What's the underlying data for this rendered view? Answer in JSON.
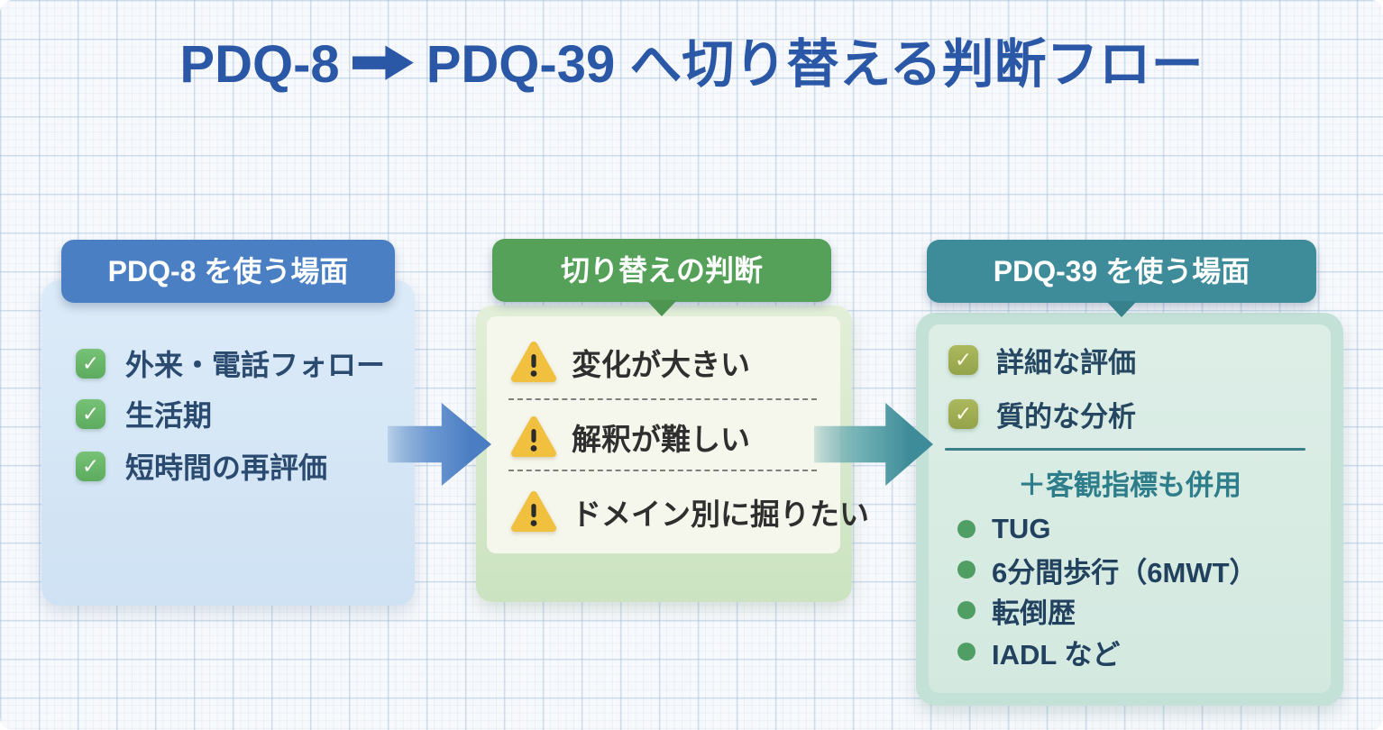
{
  "title": {
    "left": "PDQ-8",
    "arrow": "→",
    "right": "PDQ-39 へ切り替える判断フロー"
  },
  "panels": {
    "pdq8": {
      "header": "PDQ-8 を使う場面",
      "items": [
        "外来・電話フォロー",
        "生活期",
        "短時間の再評価"
      ]
    },
    "decision": {
      "header": "切り替えの判断",
      "items": [
        "変化が大きい",
        "解釈が難しい",
        "ドメイン別に掘りたい"
      ]
    },
    "pdq39": {
      "header": "PDQ-39 を使う場面",
      "items": [
        "詳細な評価",
        "質的な分析"
      ],
      "plus_note": "＋客観指標も併用",
      "bullets": [
        "TUG",
        "6分間歩行（6MWT）",
        "転倒歴",
        "IADL など"
      ]
    }
  },
  "icons": {
    "check": "✓",
    "warning_exclamation": "!"
  },
  "colors": {
    "title_blue": "#2b57a7",
    "pdq8_header_bg": "#4b7fc4",
    "pdq8_card_bg": "#d6e6f5",
    "check_green": "#66b166",
    "decision_header_bg": "#55a159",
    "decision_card_bg": "#dcebd0",
    "decision_inner_bg": "#f5f7ec",
    "warning_yellow": "#f0c03e",
    "pdq39_header_bg": "#3e8c99",
    "pdq39_card_bg": "#d8ece5",
    "check_olive": "#9fae52",
    "plus_note_teal": "#2e7d8a",
    "bullet_green": "#4f9e63",
    "item_text_navy": "#2a4a70"
  }
}
